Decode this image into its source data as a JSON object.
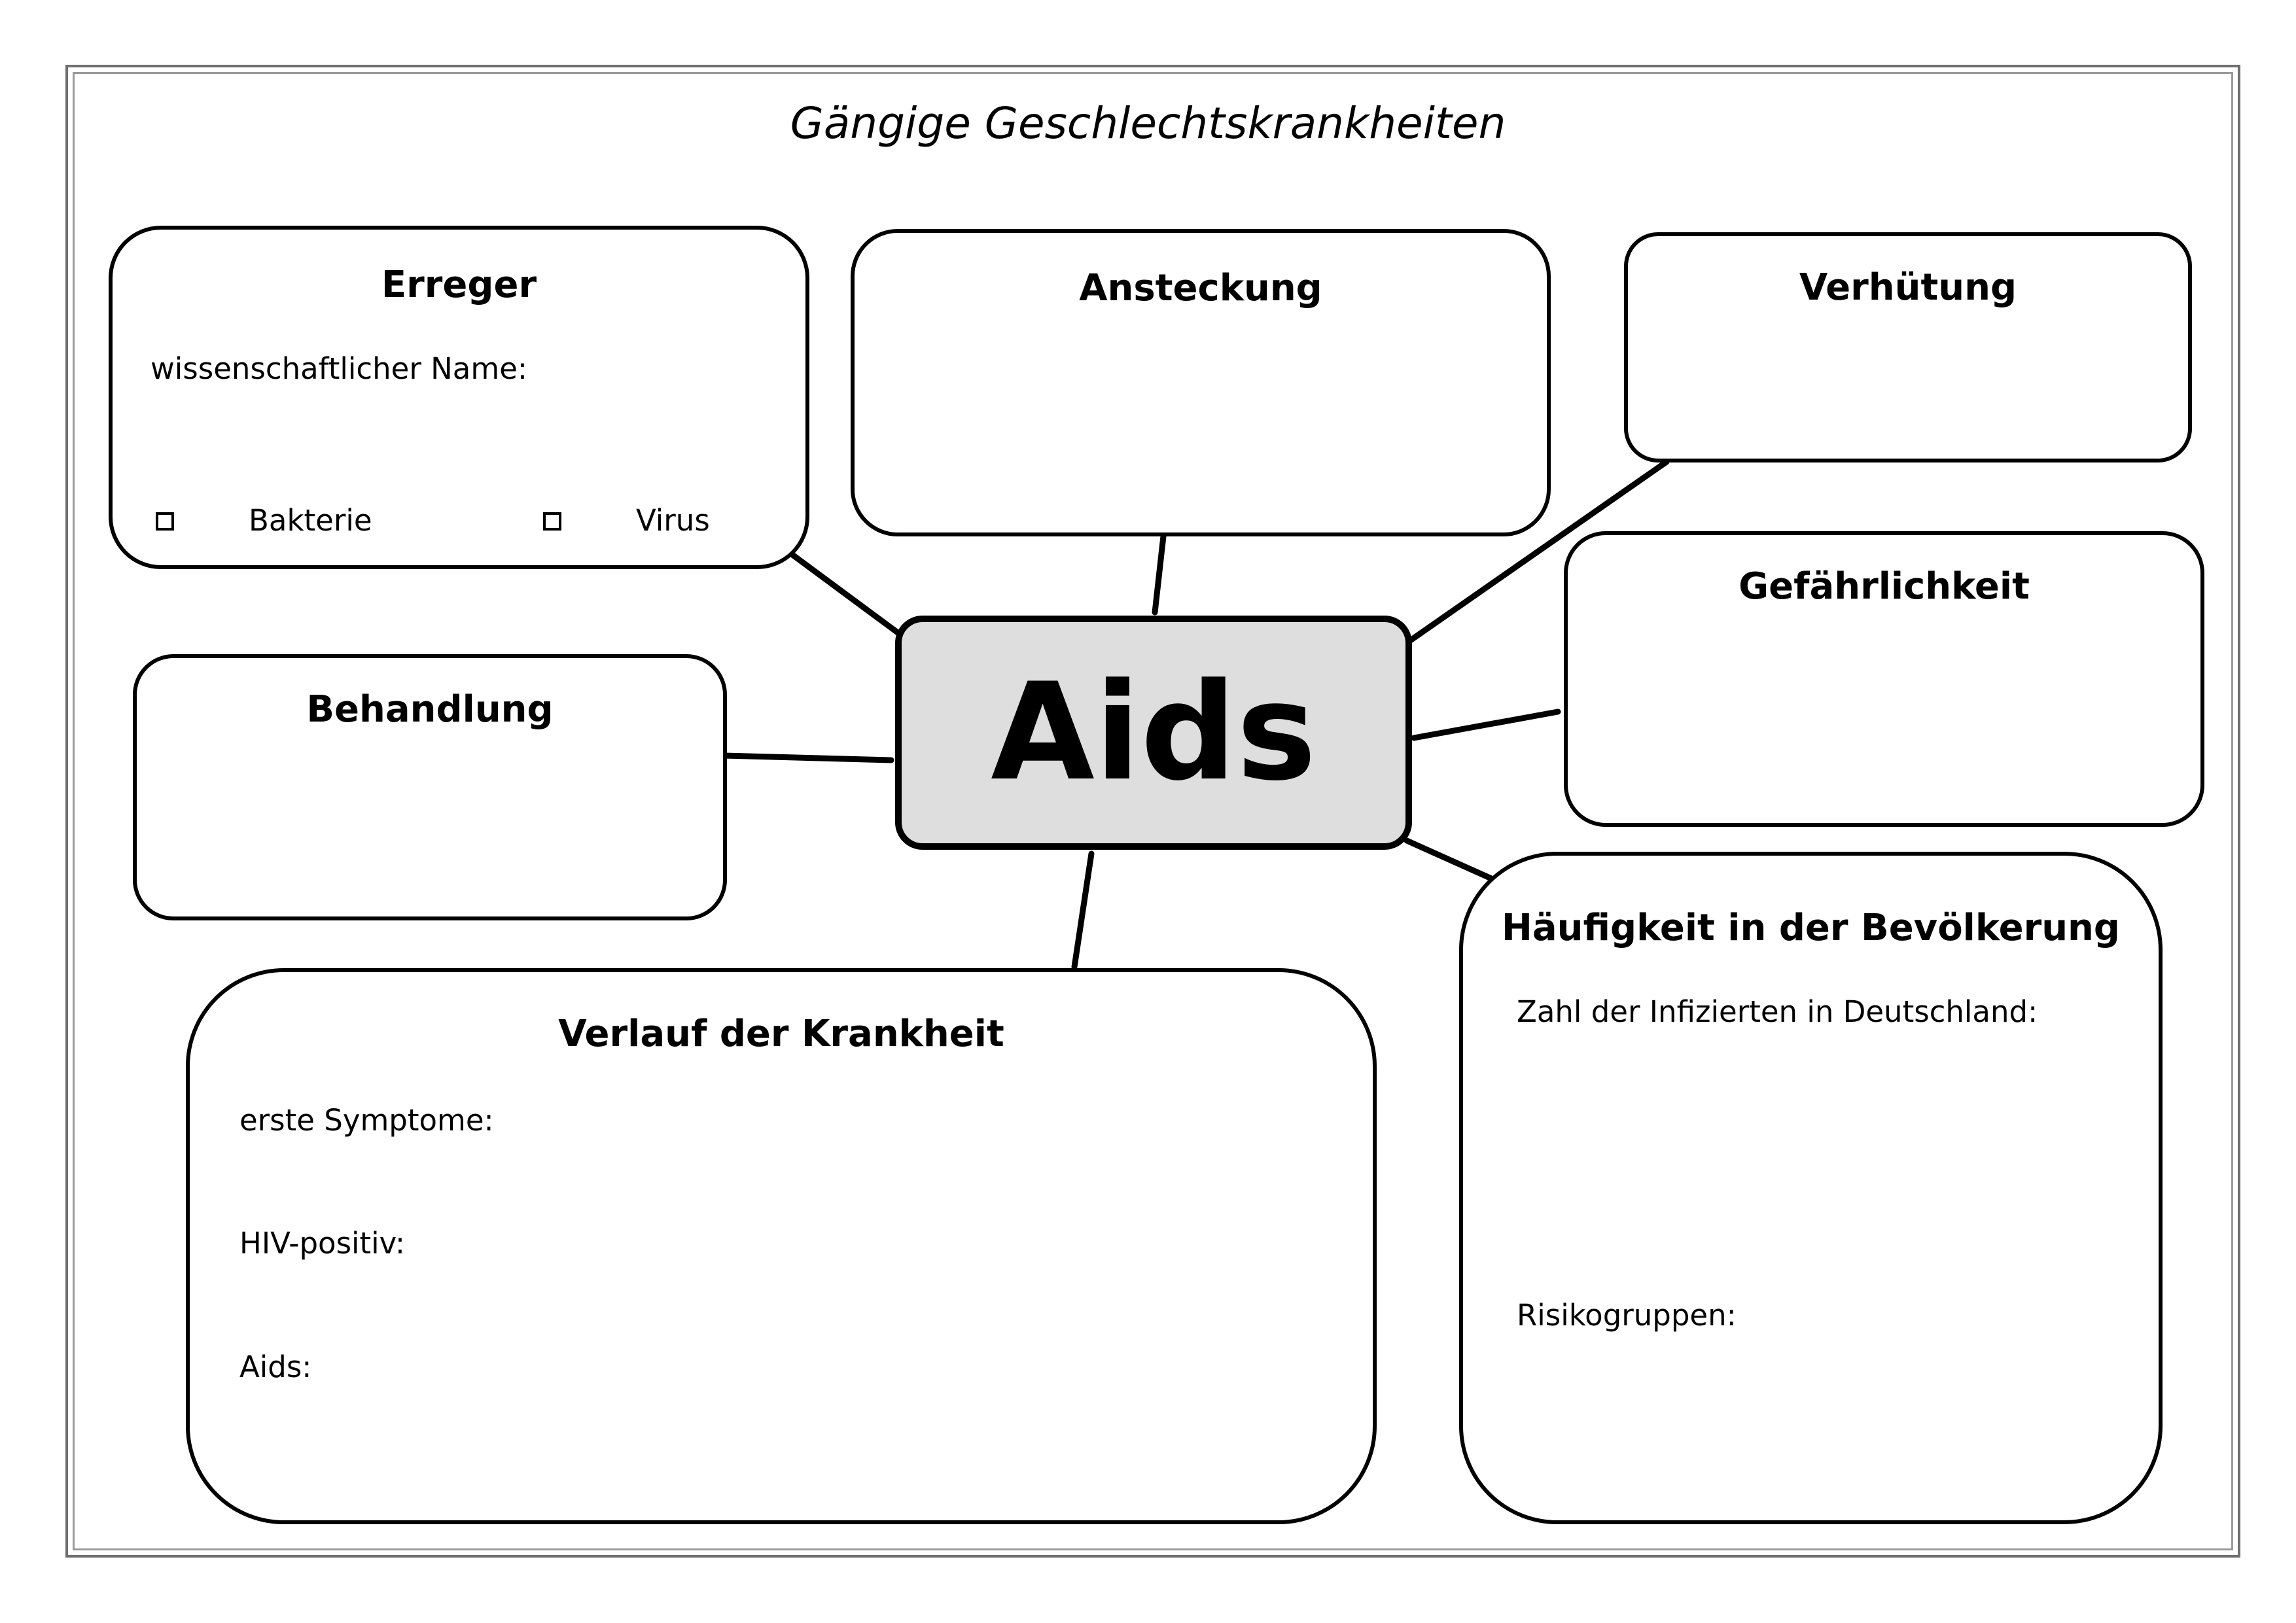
{
  "title": "Gängige Geschlechtskrankheiten",
  "center": {
    "label": "Aids"
  },
  "erreger": {
    "title": "Erreger",
    "scientific_name_label": "wissenschaftlicher Name:",
    "options": [
      "Bakterie",
      "Virus"
    ]
  },
  "ansteckung": {
    "title": "Ansteckung"
  },
  "verhuetung": {
    "title": "Verhütung"
  },
  "gefaehrlichkeit": {
    "title": "Gefährlichkeit"
  },
  "behandlung": {
    "title": "Behandlung"
  },
  "verlauf": {
    "title": "Verlauf der Krankheit",
    "fields": [
      "erste Symptome:",
      "HIV-positiv:",
      "Aids:"
    ]
  },
  "haeufigkeit": {
    "title": "Häufigkeit in der Bevölkerung",
    "fields": [
      "Zahl der Infizierten in Deutschland:",
      "Risikogruppen:"
    ]
  }
}
